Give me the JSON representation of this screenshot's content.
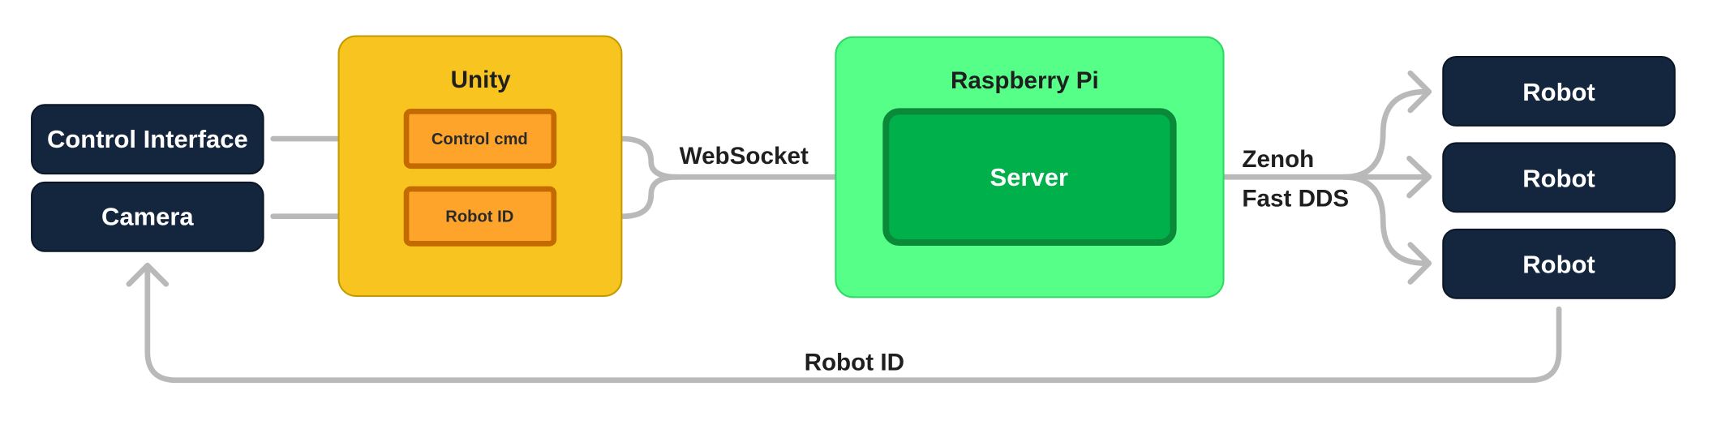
{
  "nodes": {
    "control_interface": "Control Interface",
    "camera": "Camera",
    "unity_title": "Unity",
    "control_cmd": "Control cmd",
    "robot_id_box": "Robot ID",
    "raspberry_title": "Raspberry Pi",
    "server": "Server",
    "robots": [
      "Robot",
      "Robot",
      "Robot"
    ]
  },
  "edges": {
    "websocket": "WebSocket",
    "zenoh": "Zenoh",
    "fast_dds": "Fast DDS",
    "feedback": "Robot ID"
  },
  "colors": {
    "navy": "#13263d",
    "unity_fill": "#f8c420",
    "unity_inner_fill": "#ffa42a",
    "unity_inner_border": "#c36b00",
    "pi_fill": "#55ff88",
    "server_fill": "#00b04a",
    "server_border": "#0a8a38",
    "arrow": "#b9b9b9"
  }
}
